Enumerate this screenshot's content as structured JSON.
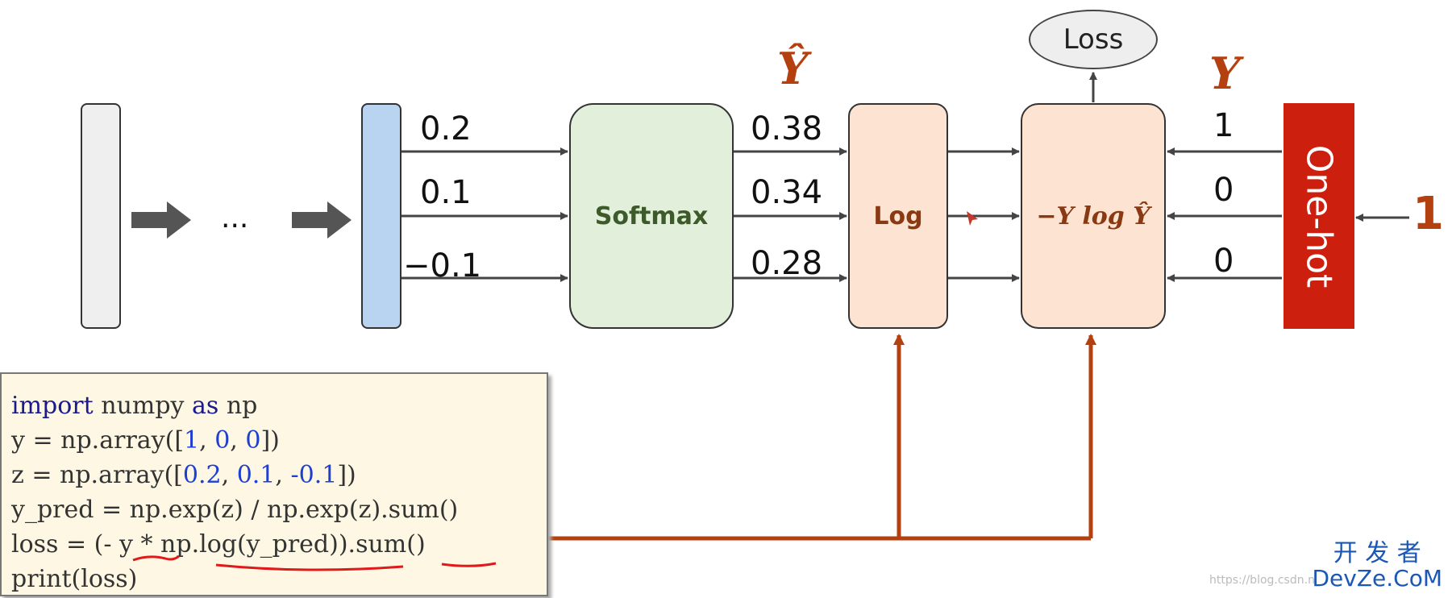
{
  "diagram": {
    "ellipsis": "...",
    "logits": [
      "0.2",
      "0.1",
      "−0.1"
    ],
    "softmax_label": "Softmax",
    "probabilities": [
      "0.38",
      "0.34",
      "0.28"
    ],
    "y_hat_label": "Ŷ",
    "log_label": "Log",
    "cross_entropy_label": "−Y log Ŷ",
    "loss_label": "Loss",
    "y_label": "Y",
    "one_hot_values": [
      "1",
      "0",
      "0"
    ],
    "one_hot_label": "One-hot",
    "class_index": "1",
    "colors": {
      "input_block": "#efefef",
      "logit_block": "#b8d4f0",
      "softmax_block": "#e2efda",
      "log_block": "#fde4d2",
      "onehot_block": "#cc1f0d",
      "accent": "#b5400f",
      "arrow": "#444444"
    }
  },
  "code": {
    "line1": {
      "kw1": "import",
      "mid": " numpy ",
      "kw2": "as",
      "end": " np"
    },
    "line2": {
      "pre": "y = np.array([",
      "a": "1",
      "s1": ", ",
      "b": "0",
      "s2": ", ",
      "c": "0",
      "post": "])"
    },
    "line3": {
      "pre": "z = np.array([",
      "a": "0.2",
      "s1": ", ",
      "b": "0.1",
      "s2": ", ",
      "c": "-0.1",
      "post": "])"
    },
    "line4": "y_pred = np.exp(z) / np.exp(z).sum()",
    "line5": "loss = (- y * np.log(y_pred)).sum()",
    "line6": "print(loss)"
  },
  "watermark": {
    "line1": "开 发 者",
    "line2": "DevZe.CoM",
    "faint": "https://blog.csdn.n"
  }
}
